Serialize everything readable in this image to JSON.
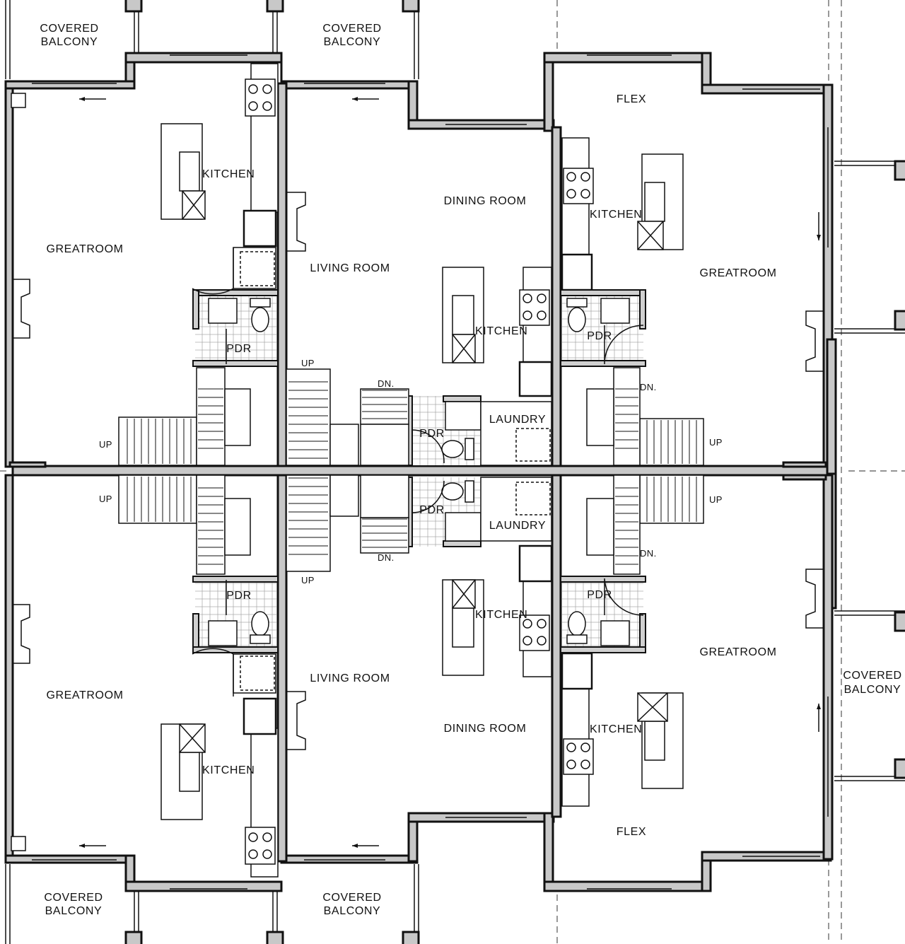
{
  "plan": {
    "labels": {
      "covered_balcony": "COVERED BALCONY",
      "greatroom": "GREATROOM",
      "kitchen": "KITCHEN",
      "living_room": "LIVING ROOM",
      "dining_room": "DINING ROOM",
      "flex": "FLEX",
      "pdr": "PDR",
      "laundry": "LAUNDRY",
      "up": "UP",
      "dn": "DN."
    },
    "balcony_lines": [
      "COVERED",
      "BALCONY"
    ]
  }
}
